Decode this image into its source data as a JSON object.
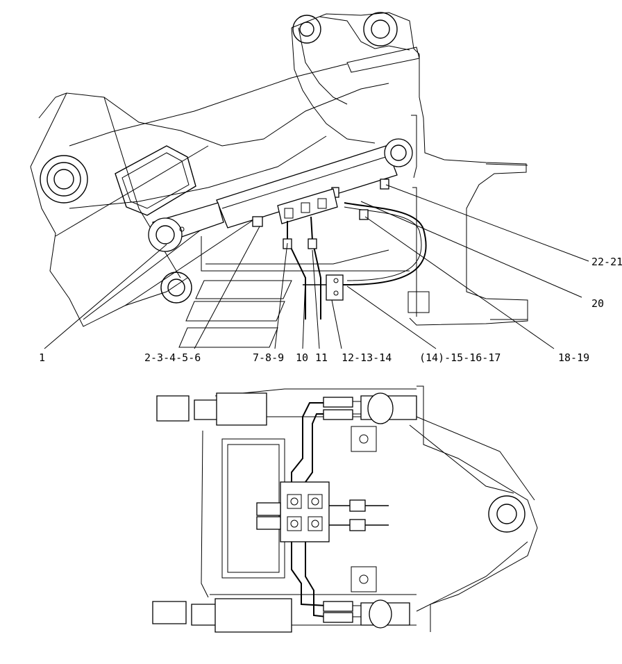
{
  "callouts": {
    "c1": "1",
    "c2_6": "2-3-4-5-6",
    "c7_9": "7-8-9",
    "c10": "10",
    "c11": "11",
    "c12_14": "12-13-14",
    "c14_17": "(14)-15-16-17",
    "c18_19": "18-19",
    "c20": "20",
    "c22_21": "22-21"
  }
}
